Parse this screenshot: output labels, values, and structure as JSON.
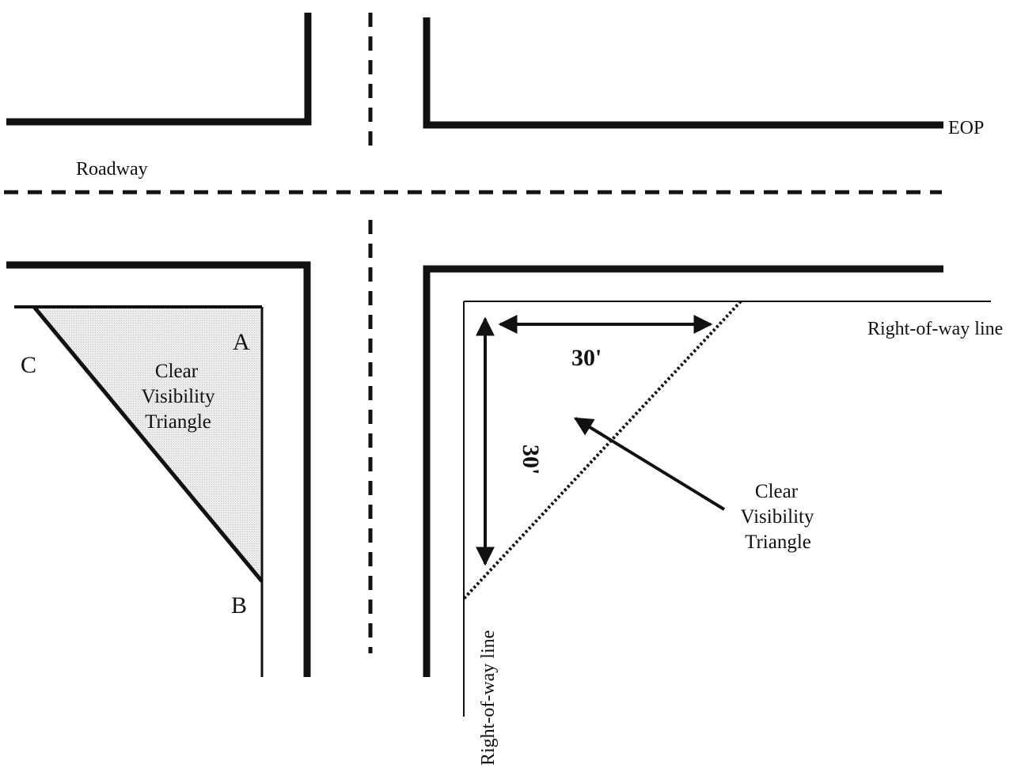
{
  "labels": {
    "roadway": "Roadway",
    "eop": "EOP",
    "point_a": "A",
    "point_b": "B",
    "point_c": "C",
    "left_triangle": [
      "Clear",
      "Visibility",
      "Triangle"
    ],
    "right_triangle": [
      "Clear",
      "Visibility",
      "Triangle"
    ],
    "row_line_horizontal": "Right-of-way line",
    "row_line_vertical": "Right-of-way line",
    "dimension_horizontal": "30'",
    "dimension_vertical": "30'"
  },
  "colors": {
    "ink": "#111111",
    "triangle_fill": "#e2e2e2",
    "background": "#ffffff"
  }
}
